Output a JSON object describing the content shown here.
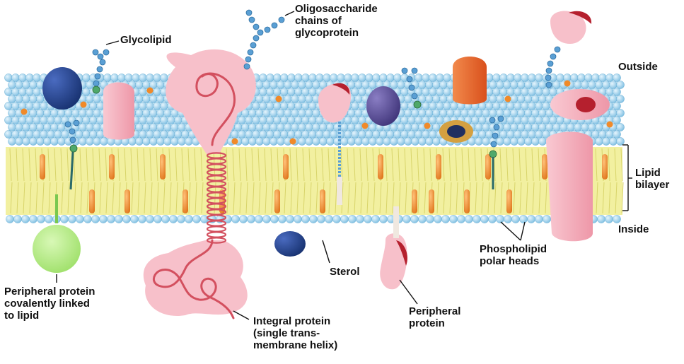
{
  "labels": {
    "oligosaccharide": "Oligosaccharide\nchains of\nglycoprotein",
    "glycolipid": "Glycolipid",
    "outside": "Outside",
    "lipid_bilayer": "Lipid\nbilayer",
    "inside": "Inside",
    "phospholipid_heads": "Phospholipid\npolar heads",
    "sterol": "Sterol",
    "peripheral_covalent": "Peripheral protein\ncovalently linked\nto lipid",
    "integral_protein": "Integral protein\n(single trans-\nmembrane helix)",
    "peripheral_protein": "Peripheral\nprotein"
  },
  "colors": {
    "phospholipid_head": "#a9d8ef",
    "phospholipid_head_edge": "#5ba6cf",
    "tail_band": "#f2f0a0",
    "tail_line": "#d8d46a",
    "sterol": "#f08a2a",
    "protein_pink": "#f7b8c4",
    "protein_dark_red": "#b5202e",
    "protein_navy": "#1f3f8a",
    "protein_purple": "#5a4d96",
    "protein_orange": "#e8662a",
    "peripheral_green": "#b8ec8a",
    "sugar_bead": "#5a9fd4",
    "text": "#111111"
  }
}
